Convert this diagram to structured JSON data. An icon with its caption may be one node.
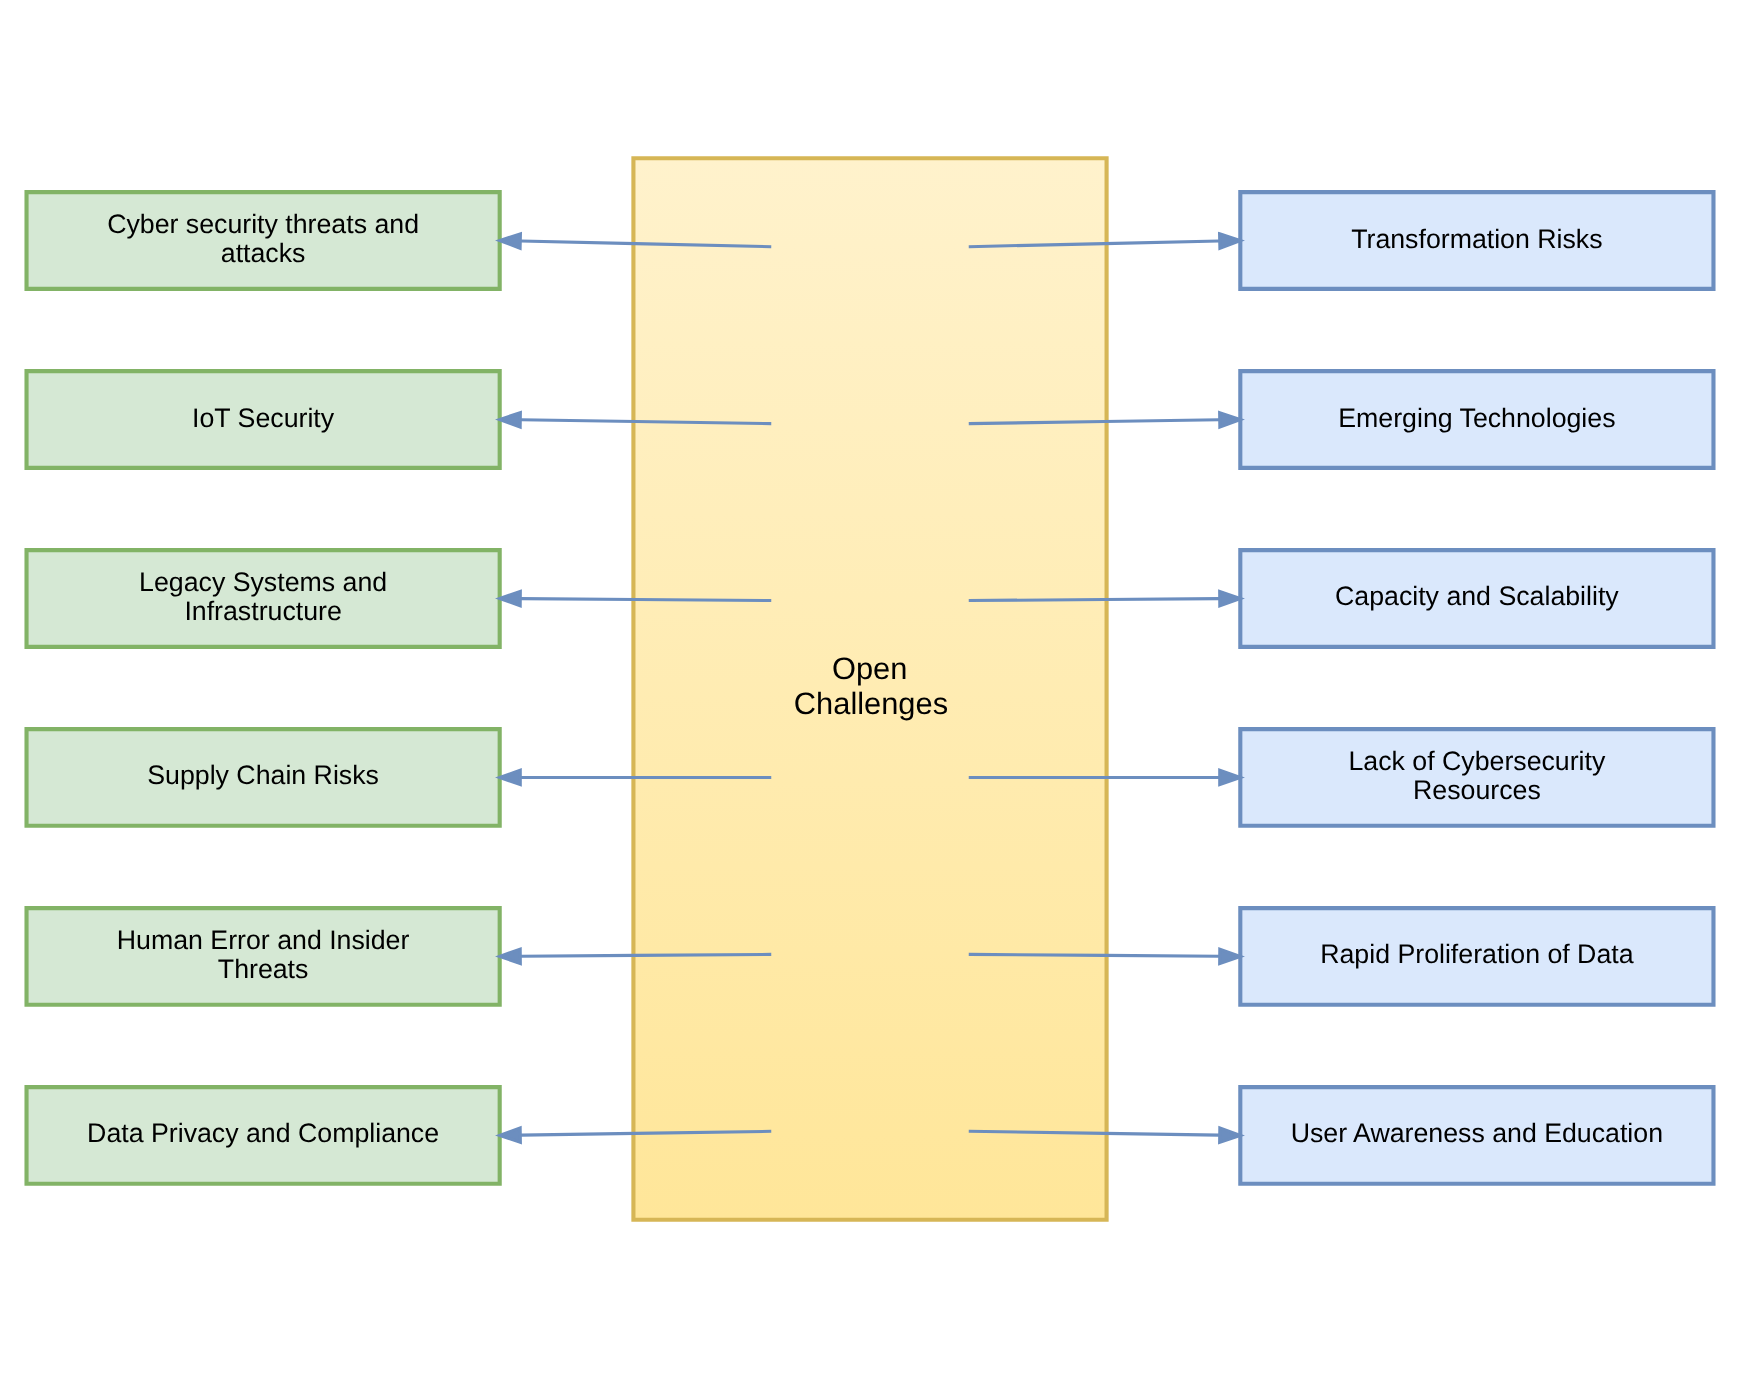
{
  "diagram": {
    "nodes": [
      {
        "text": [
          "Open Challenges"
        ]
      },
      {
        "text": [
          "Cyber security threats and attacks"
        ]
      },
      {
        "text": [
          "IoT Security"
        ]
      },
      {
        "text": [
          "Legacy Systems and Infrastructure"
        ]
      },
      {
        "text": [
          "Supply Chain Risks"
        ]
      },
      {
        "text": [
          "Human Error and Insider Threats"
        ]
      },
      {
        "text": [
          "Data Privacy and Compliance"
        ]
      },
      {
        "text": [
          "Transformation Risks"
        ]
      },
      {
        "text": [
          "Emerging Technologies"
        ]
      },
      {
        "text": [
          "Capacity and Scalability"
        ]
      },
      {
        "text": [
          "Lack of Cybersecurity Resources"
        ]
      },
      {
        "text": [
          "Rapid Proliferation of Data"
        ]
      },
      {
        "text": [
          "User Awareness and Education"
        ]
      }
    ],
    "edges": [
      {
        "from": 0,
        "to": 1,
        "arrow": "to"
      },
      {
        "from": 0,
        "to": 2,
        "arrow": "to"
      },
      {
        "from": 0,
        "to": 3,
        "arrow": "to"
      },
      {
        "from": 0,
        "to": 4,
        "arrow": "to"
      },
      {
        "from": 0,
        "to": 5,
        "arrow": "to"
      },
      {
        "from": 0,
        "to": 6,
        "arrow": "to"
      },
      {
        "from": 0,
        "to": 7,
        "arrow": "to"
      },
      {
        "from": 0,
        "to": 8,
        "arrow": "to"
      },
      {
        "from": 0,
        "to": 9,
        "arrow": "to"
      },
      {
        "from": 0,
        "to": 10,
        "arrow": "to"
      },
      {
        "from": 0,
        "to": 11,
        "arrow": "to"
      },
      {
        "from": 0,
        "to": 12,
        "arrow": "to"
      }
    ]
  }
}
